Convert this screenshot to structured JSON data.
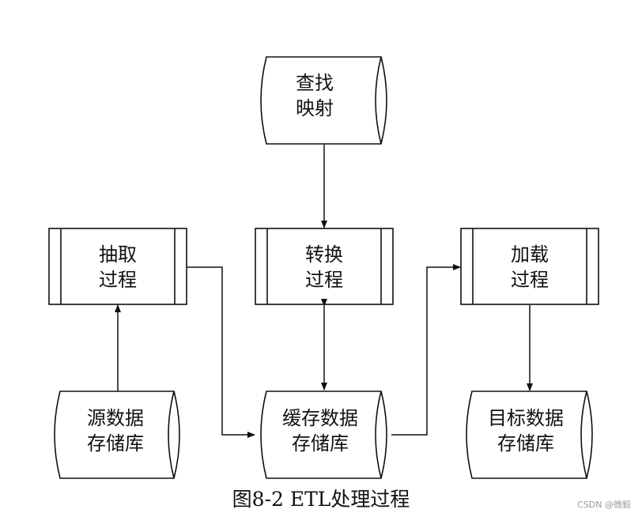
{
  "nodes": {
    "lookup": {
      "line1": "查找",
      "line2": "映射"
    },
    "extract": {
      "line1": "抽取",
      "line2": "过程"
    },
    "transform": {
      "line1": "转换",
      "line2": "过程"
    },
    "load": {
      "line1": "加载",
      "line2": "过程"
    },
    "source": {
      "line1": "源数据",
      "line2": "存储库"
    },
    "cache": {
      "line1": "缓存数据",
      "line2": "存储库"
    },
    "target": {
      "line1": "目标数据",
      "line2": "存储库"
    }
  },
  "caption": "图8-2 ETL处理过程",
  "watermark": "CSDN @微毅"
}
